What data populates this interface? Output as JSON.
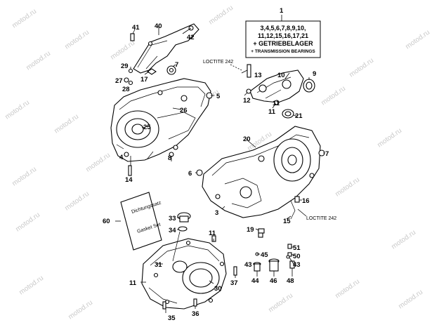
{
  "note_box": {
    "line1": "3,4,5,6,7,8,9,10,",
    "line2": "11,12,15,16,17,21",
    "line3": "+ GETRIEBELAGER",
    "line4": "+ TRANSMISSION BEARINGS"
  },
  "loctite": {
    "label": "LOCTITE 242"
  },
  "gasket_set": {
    "line1": "Dichtungssatz",
    "line2": "Gasket Set"
  },
  "watermark": "motod.ru",
  "callouts": [
    "1",
    "3",
    "4",
    "5",
    "6",
    "7",
    "8",
    "9",
    "10",
    "11",
    "12",
    "13",
    "14",
    "15",
    "16",
    "17",
    "19",
    "20",
    "21",
    "25",
    "26",
    "27",
    "28",
    "29",
    "30",
    "31",
    "33",
    "34",
    "35",
    "36",
    "37",
    "40",
    "41",
    "42",
    "43",
    "44",
    "45",
    "46",
    "48",
    "50",
    "51",
    "60"
  ]
}
